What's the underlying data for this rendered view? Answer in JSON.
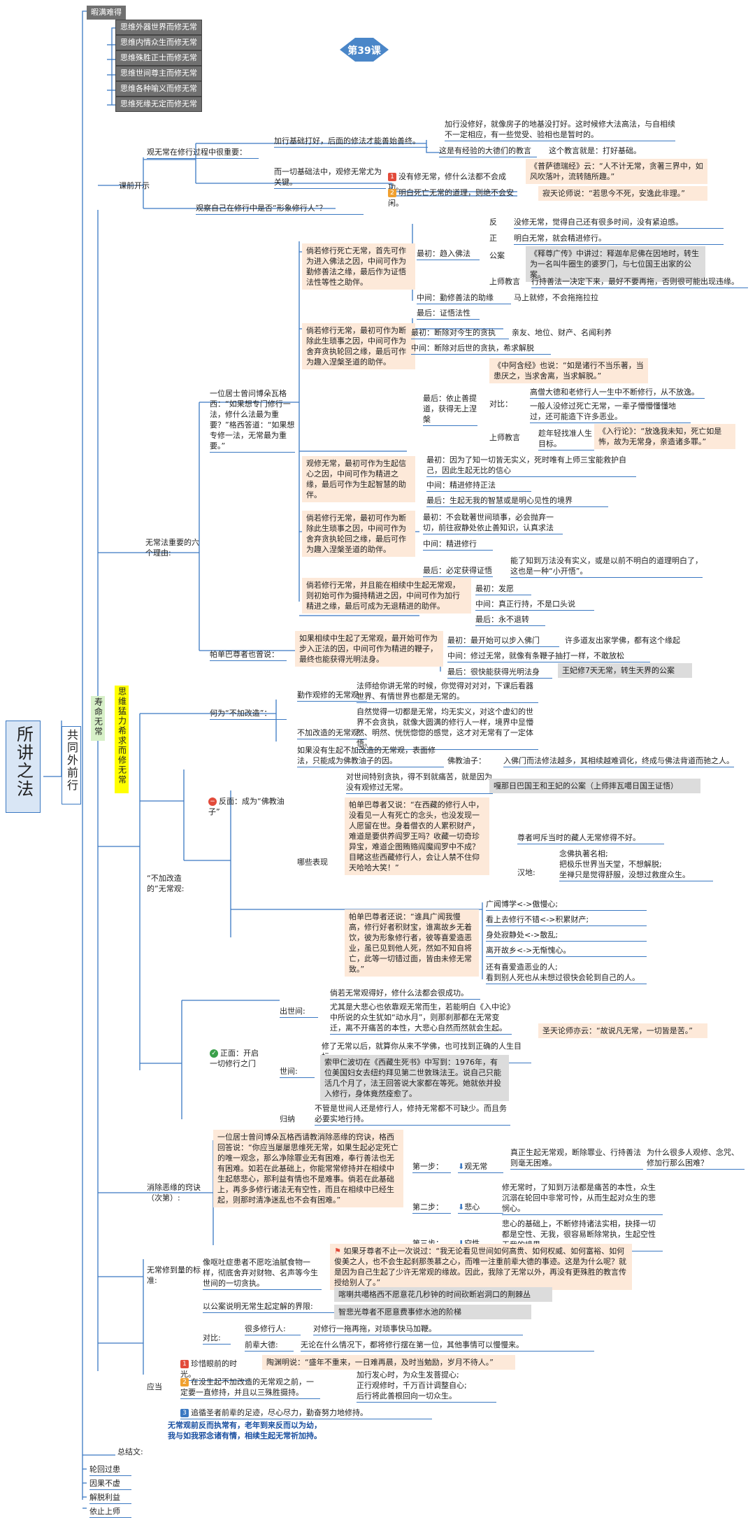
{
  "root": "所讲之法",
  "level1": "共同外前行",
  "level2": "寿命无常",
  "level3": "思维猛力希求而修无常",
  "lesson_badge": "第39课",
  "colors": {
    "line": "#3a78c2",
    "peach": "#fde9d9",
    "gray": "#dcdcdc",
    "yellow": "#ffff00",
    "root_bg": "#d9e6f5",
    "badge": "#4a86c8"
  },
  "top_items": [
    "暇满难得",
    "思维外器世界而修无常",
    "思维内情众生而修无常",
    "思维殊胜正士而修无常",
    "思维世间尊主而修无常",
    "思维各种喻义而修无常",
    "思维死缘无定而修无常"
  ],
  "bottom_items": [
    "轮回过患",
    "因果不虚",
    "解脱利益",
    "依止上师"
  ],
  "s1": {
    "title": "课前开示",
    "a": "观无常在修行过程中很重要：",
    "a1": "加行基础打好，后面的修法才能善始善终。",
    "a1a": "加行没修好，就像房子的地基没打好。这时候修大法高法，与自相续不一定相应，有一些觉受、验相也是暂时的。",
    "a1b": "这是有经验的大德们的教言",
    "a1b2": "这个教言就是：打好基础。",
    "a2": "而一切基础法中，观修无常尤为关键。",
    "a2a": "没有修无常，修什么法都不会成功。",
    "a2a2": "《普萨德瑞经》云：“人不计无常，贪著三界中，如风吹落叶，流转随所趣。”",
    "a2b": "明白死亡无常的道理，则绝不会安闲。",
    "a2b2": "寂天论师说：“若思今不死，安逸此非理。”",
    "b": "观察自己在修行中是否“形象修行人”？"
  },
  "s2": {
    "title": "无常法重要的六个理由:",
    "intro": "一位居士曾问博朵瓦格西：“如果想专门修行一法，修什么法最为重要？”格西答道：“如果想专修一法，无常最为重要。”",
    "r1": "倘若修行死亡无常，首先可作为进入佛法之因，中间可作为勤修善法之缘，最后作为证悟法性等性之助伴。",
    "r1a": "最初：趋入佛法",
    "r1a_rows": [
      [
        "反",
        "没修无常，觉得自己还有很多时间，没有紧迫感。"
      ],
      [
        "正",
        "明白无常，就会精进修行。"
      ],
      [
        "公案",
        "《释尊广传》中讲过：释迦牟尼佛在因地时，转生为一名叫牛圈生的婆罗门，与七位国王出家的公案。"
      ],
      [
        "上师教言",
        "行持善法一决定下来，最好不要再拖，否则很可能出现违缘。"
      ]
    ],
    "r1b": "中间：勤修善法的助缘",
    "r1b2": "马上就修，不会拖拖拉拉",
    "r1c": "最后：证悟法性",
    "r2": "倘若修行无常，最初可作为断除此生琐事之因，中间可作为舍弃贪执轮回之缘，最后可作为趣入涅槃圣道的助伴。",
    "r2a": "最初：断除对今生的贪执",
    "r2a2": "亲友、地位、财产、名闻利养",
    "r2b": "中间：断除对后世的贪执，希求解脱",
    "r2c": "最后：依止善提道，获得无上涅槃",
    "r2c1": "《中阿含经》也说：“如是诸行不当乐著，当患厌之，当求舍离，当求解脱。”",
    "r2c2a": "高僧大德和老修行人一生中不断修行，从不放逸。",
    "r2c2b": "一般人没修过死亡无常，一辈子懵懵懂懂地过，还可能造下许多恶业。",
    "r2c2": "对比：",
    "r2c3": "上师教言",
    "r2c3a": "趁年轻找准人生目标。",
    "r2c3b": "《入行论》：“放逸我未知，死亡如是怖，故为无常身，亲造诸多罪。”",
    "r3": "观修无常，最初可作为生起信心之因，中间可作为精进之缘，最后可作为生起智慧的助伴。",
    "r3a": "最初：因为了知一切皆无实义，死时唯有上师三宝能救护自己，因此生起无比的信心",
    "r3b": "中间：精进修持正法",
    "r3c": "最后：生起无我的智慧或是明心见性的境界",
    "r4": "倘若修行无常，最初可作为断除此生琐事之因，中间可作为舍弃贪执轮回之缘，最后可作为趣入涅槃圣道的助伴。",
    "r4a": "最初：不会耽著世间琐事，必会抛弃一切，前往寂静处依止善知识，认真求法",
    "r4b": "中间：精进修行",
    "r4c": "最后：必定获得证悟",
    "r4c2": "能了知到万法没有实义，或是以前不明白的道理明白了，这也是一种“小开悟”。",
    "r5": "倘若修行无常，并且能在相续中生起无常观，则初始可作为摄持精进之因，中间可作为加行精进之缘，最后可成为无退精进的助伴。",
    "r5a": "最初：发愿",
    "r5b": "中间：真正行持，不是口头说",
    "r5c": "最后：永不退转",
    "pb": "帕单巴尊者也曾说：",
    "pb1": "如果相续中生起了无常观，最开始可作为步入正法的因，中间可作为精进的鞭子，最终也能获得光明法身。",
    "pb1a": "最初：最开始可以步入佛门",
    "pb1a2": "许多道友出家学佛，都有这个缘起",
    "pb1b": "中间：修过无常，就像有条鞭子抽打一样，不敢放松",
    "pb1c": "最后：很快能获得光明法身",
    "pb1c2": "王妃修7天无常，转生天界的公案"
  },
  "s3": {
    "title": "“不加改造的”无常观:",
    "q": "何为“不加改造”：",
    "q1": "勤作观修的无常观:",
    "q1a": "法师给你讲无常的时候，你觉得对对对，下课后看器世界、有情世界也都是无常的。",
    "q2": "不加改造的无常观:",
    "q2a": "自然觉得一切都是无常，均无实义，对这个虚幻的世界不会贪执，就像大圆满的修行人一样，境界中显懵然、明然、恍恍惚惚的感觉，这才对无常有了一定体悟。",
    "neg": "反面：成为“佛教油子”",
    "neg1": "如果没有生起不加改造的无常观，表面修法，只能成为佛教油子的因。",
    "neg1a": "佛教油子：",
    "neg1a2": "入佛门而法修法越多，其相续越难调化，终成与佛法背道而驰之人。",
    "neg2": "哪些表现",
    "neg2a": "对世间特别贪执，得不到就痛苦，就是因为没有观修过无常。",
    "neg2a2": "嘎那日巴国王和王妃的公案（上师摔瓦噶日国王证悟）",
    "neg2b": "帕单巴尊者又说：“在西藏的修行人中，没看见一人有死亡的念头，也没发现一人愿留在世。身着僧衣的人累积财产，难道是要供养阎罗王吗？收藏一切奇珍异宝，难道企图贿赂阎魔阎罗中不成？目睹这些西藏修行人，会让人禁不住仰天哈哈大笑！”",
    "neg2b1": "尊者呵斥当时的藏人无常修得不好。",
    "neg2b2": "汉地:",
    "neg2b2a": "念佛执著名相;\n把极乐世界当天堂，不想解脱;\n坐禅只是觉得舒服，没想过救度众生。",
    "neg2c": "帕单巴尊者还说：“谁具广闻我慢高，修行好者积财宝，谁离故乡无着饮，彼为形象修行者，彼等喜爱造恶业，虽已见到他人死，然如不知自将亡，此等一切错过面，皆由未修无常致。”",
    "neg2c_items": [
      "广闻博学<->傲慢心;",
      "看上去修行不错<->积累财产;",
      "身处寂静处<->散乱;",
      "离开故乡<->无惭愧心。",
      "还有喜爱造恶业的人;\n看到别人死也从未想过很快会轮到自己的人。"
    ],
    "pos": "正面：开启一切修行之门",
    "pos1": "出世间:",
    "pos1a": "倘若无常观得好，修什么法都会很成功。",
    "pos1b": "尤其是大悲心也依靠观无常而生，若能明白《入中论》中所说的众生犹如“动水月”，则那刹那都在无常变迁，离不开痛苦的本性，大悲心自然而然就会生起。",
    "pos1b2": "圣天论师亦云：“故说凡无常，一切皆是苦。”",
    "pos2": "世间:",
    "pos2a": "修了无常以后，就算你从来不学佛，也可找到正确的人生目标。",
    "pos2b": "索甲仁波切在《西藏生死书》中写到：1976年，有位美国妇女去纽约拜见第二世敦珠法王。说自己只能活几个月了，法王回答说大家都在等死。她就依并投入修行，身体竟然痊愈了。",
    "pos3": "归纳",
    "pos3a": "不管是世间人还是修行人，修持无常都不可缺少。而且务必要实地行持。"
  },
  "s4": {
    "title": "消除恶缘的窍诀（次第）:",
    "intro": "一位居士曾问博朵瓦格西请教消除恶缘的窍诀，格西回答说：“你应当屡屡思维死无常，如果生起必定死亡的唯一观念，那么净除罪业无有困难，奉行善法也无有困难。如若在此基础上，你能常常修持并在相续中生起慈悲心，那利益有情也不是难事。倘若在此基础上，再多多修行诸法无有空性，而且在相续中已经生起，则那时清净迷乱也不会有困难。”",
    "step1": "第一步：",
    "step1a": "观无常",
    "step1b": "真正生起无常观，断除罪业、行持善法则毫无困难。",
    "step1c": "为什么很多人观修、念咒、修加行那么困难？",
    "step2": "第二步：",
    "step2a": "悲心",
    "step2b": "修无常时，了知到万法都是痛苦的本性，众生沉溺在轮回中非常可怜，从而生起对众生的悲悯心。",
    "step3": "第三步：",
    "step3a": "空性",
    "step3b": "悲心的基础上，不断修持诸法实相，抉择一切都是空性、无我，很容易断除常执，生起空性无我的境界。"
  },
  "s5": {
    "title": "无常修到量的标准:",
    "a": "像呕吐症患者不愿吃油腻食物一样，彻底舍弃对财物、名声等今生世间的一切贪执。",
    "a1": "如果牙尊者不止一次说过：“我无论看见世间如何高贵、如何权威、如何富裕、如何俊美之人，也不会生起刹那羡慕之心，而唯一注重前辈大德的事迹。这是为什么呢？就是因为自己生起了少许无常观的缘故。因此，我除了无常以外，再没有更殊胜的教言传授给别人了。”",
    "b": "以公案说明无常生起定解的界限:",
    "b1": "喀喇共噶格西不愿意花几秒钟的时间砍断岩洞口的荆棘丛",
    "b2": "智悲光尊者不愿意费事修水池的阶梯",
    "c": "对比:",
    "c1": "很多修行人:",
    "c1a": "对修行一拖再拖，对琐事快马加鞭。",
    "c2": "前辈大德:",
    "c2a": "无论在什么情况下，都将修行摆在第一位，其他事情可以慢慢来。"
  },
  "s6": {
    "title": "应当",
    "a": "珍惜眼前的时光。",
    "a1": "陶渊明说：“盛年不重来，一日难再晨，及时当勉励，岁月不待人。”",
    "b": "在没生起不加改造的无常观之前，一定要一直修持，并且以三殊胜摄持。",
    "b1": "加行发心时，为众生发菩提心;\n正行观修时，千万百计调整自心;\n后行将此善根回向一切众生。",
    "c": "追循圣者前辈的足迹，尽心尽力，勤奋努力地修持。"
  },
  "summary": {
    "title": "总结文:",
    "text": "无常观前反而执常有，老年到来反而以为幼，我与如我邪念诸有情，相续生起无常祈加持。"
  }
}
